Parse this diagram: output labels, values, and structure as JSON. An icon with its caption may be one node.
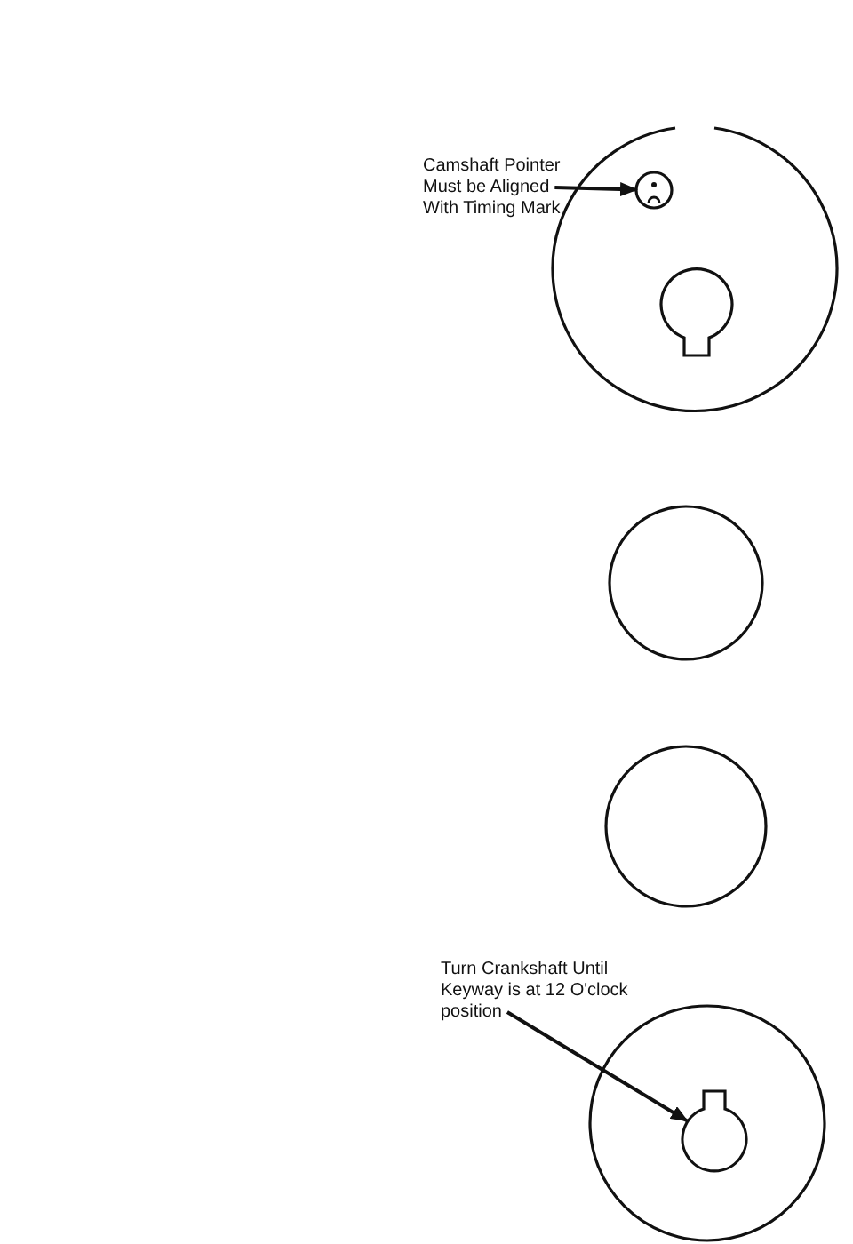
{
  "diagram": {
    "nodes": [
      {
        "text": [
          "Camshaft Pointer Must be Aligned With Timing Mark"
        ]
      },
      {
        "text": [],
        "shape": "circle"
      },
      {
        "text": [
          "Turn Crankshaft Until Keyway is at 12 O'clock position"
        ]
      },
      {
        "text": [],
        "shape": "circle"
      }
    ],
    "edges": [
      {
        "from": 0,
        "to": 1,
        "arrow": "to"
      },
      {
        "from": 2,
        "to": 3,
        "arrow": "to"
      }
    ]
  }
}
